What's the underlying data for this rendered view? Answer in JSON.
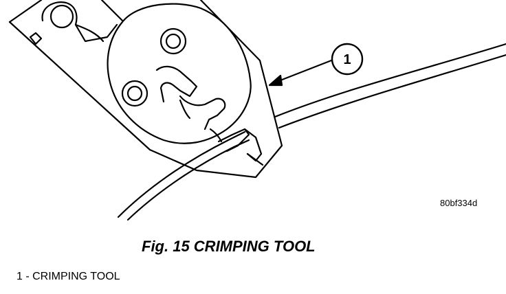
{
  "diagram": {
    "callout_number": "1",
    "image_code": "80bf334d"
  },
  "caption": {
    "title": "Fig. 15 CRIMPING TOOL"
  },
  "legend": {
    "items": [
      {
        "text": "1 - CRIMPING TOOL"
      }
    ]
  }
}
